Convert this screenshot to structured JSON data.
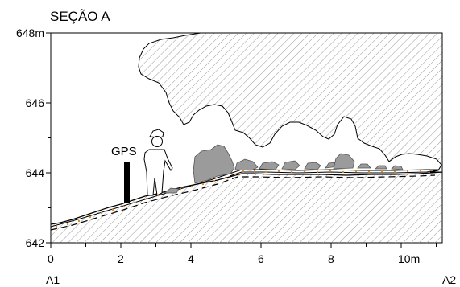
{
  "title": "SEÇÃO A",
  "gps_label": "GPS",
  "y_axis": {
    "ticks": [
      {
        "value": 648,
        "label": "648m"
      },
      {
        "value": 646,
        "label": "646"
      },
      {
        "value": 644,
        "label": "644"
      },
      {
        "value": 642,
        "label": "642"
      }
    ]
  },
  "x_axis": {
    "ticks": [
      {
        "value": 0,
        "label": "0"
      },
      {
        "value": 2,
        "label": "2"
      },
      {
        "value": 4,
        "label": "4"
      },
      {
        "value": 6,
        "label": "6"
      },
      {
        "value": 8,
        "label": "8"
      },
      {
        "value": 10,
        "label": "10m"
      }
    ]
  },
  "endpoints": {
    "left": "A1",
    "right": "A2"
  },
  "colors": {
    "hatch": "#9a9a9a",
    "boulder": "#9b9b9b",
    "sediment_dot": "#d98a2b",
    "line": "#000000"
  }
}
